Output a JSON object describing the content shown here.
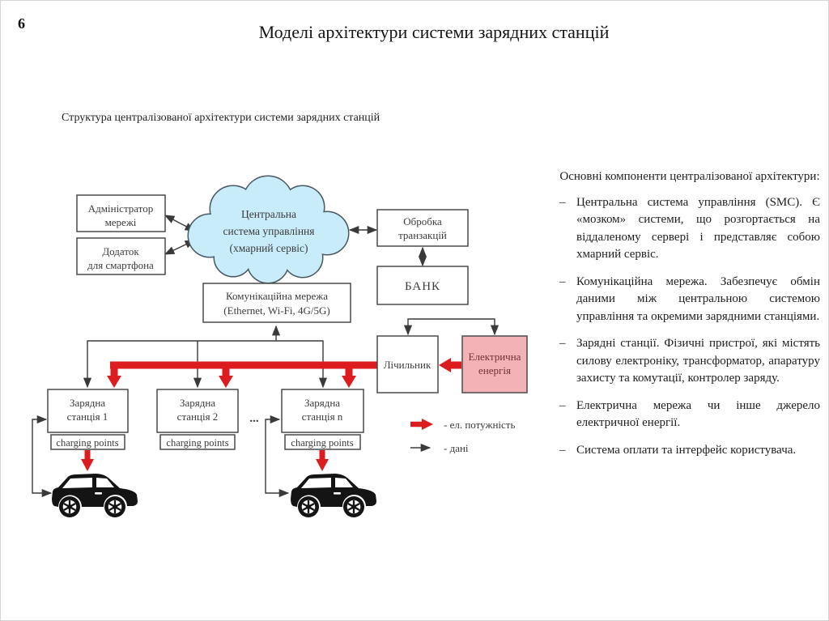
{
  "page": {
    "number": "6",
    "title": "Моделі архітектури системи зарядних станцій",
    "subtitle": "Структура централізованої архітектури системи зарядних станцій"
  },
  "diagram": {
    "admin": [
      "Адміністратор",
      "мережі"
    ],
    "app": [
      "Додаток",
      "для смартфона"
    ],
    "cloud": [
      "Центральна",
      "система управління",
      "(хмарний сервіс)"
    ],
    "transactions": [
      "Обробка",
      "транзакцій"
    ],
    "bank": "БАНК",
    "comm": [
      "Комунікаційна мережа",
      "(Ethernet, Wi-Fi, 4G/5G)"
    ],
    "meter": "Лічильник",
    "energy": [
      "Електрична",
      "енергія"
    ],
    "stations": [
      {
        "name": [
          "Зарядна",
          "станція 1"
        ],
        "sub": "charging points"
      },
      {
        "name": [
          "Зарядна",
          "станція 2"
        ],
        "sub": "charging points"
      },
      {
        "name": [
          "Зарядна",
          "станція n"
        ],
        "sub": "charging points"
      }
    ],
    "dots": "...",
    "legend": {
      "power": "- ел. потужність",
      "data": "- дані"
    },
    "colors": {
      "cloud_fill": "#c8ecfa",
      "energy_fill": "#f2b2b6",
      "power_red": "#dd1c20",
      "line_black": "#3a3a3a",
      "box_border": "#4a4a4a"
    }
  },
  "sidebar": {
    "heading": "Основні компоненти централізованої архітектури:",
    "bullets": [
      "Центральна система управління (SMC). Є «мозком» системи, що розгортається на віддаленому сервері і представляє собою хмарний сервіс.",
      "Комунікаційна мережа. Забезпечує обмін даними між центральною системою управління та окремими зарядними станціями.",
      "Зарядні станції. Фізичні пристрої, які містять силову електроніку, трансформатор, апаратуру захисту та комутації, контролер заряду.",
      "Електрична мережа чи інше джерело електричної енергії.",
      "Система оплати та інтерфейс користувача."
    ]
  }
}
